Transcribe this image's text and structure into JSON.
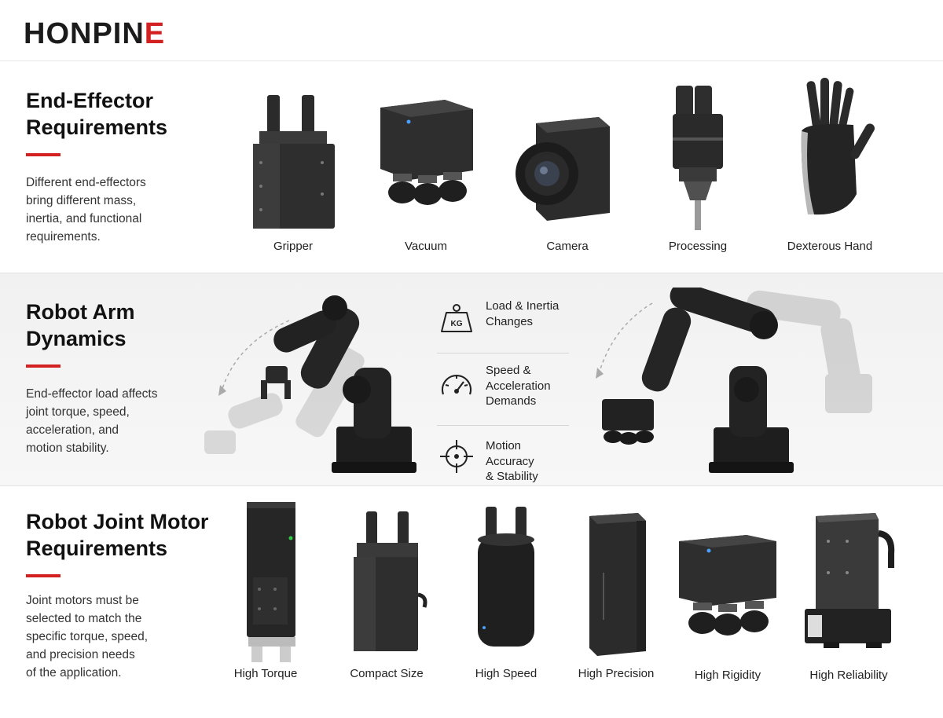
{
  "brand": {
    "logo_text": "HONPINE",
    "accent": "#d32020"
  },
  "end_effector": {
    "title_line1": "End-Effector",
    "title_line2": "Requirements",
    "desc_lines": [
      "Different end-effectors",
      "bring different mass,",
      "inertia, and functional",
      "requirements."
    ],
    "items": [
      {
        "label": "Gripper",
        "icon": "gripper-icon"
      },
      {
        "label": "Vacuum",
        "icon": "vacuum-icon"
      },
      {
        "label": "Camera",
        "icon": "camera-icon"
      },
      {
        "label": "Processing",
        "icon": "drill-icon"
      },
      {
        "label": "Dexterous Hand",
        "icon": "hand-icon"
      }
    ]
  },
  "arm_dynamics": {
    "title_line1": "Robot Arm",
    "title_line2": "Dynamics",
    "desc_lines": [
      "End-effector load affects",
      "joint torque, speed,",
      "acceleration, and",
      "motion stability."
    ],
    "factors": [
      {
        "lines": [
          "Load & Inertia",
          "Changes"
        ],
        "icon": "kg-weight-icon",
        "badge": "KG"
      },
      {
        "lines": [
          "Speed &",
          "Acceleration",
          "Demands"
        ],
        "icon": "speedometer-icon"
      },
      {
        "lines": [
          "Motion Accuracy",
          "& Stability"
        ],
        "icon": "crosshair-icon"
      }
    ]
  },
  "joint_motor": {
    "title_line1": "Robot Joint Motor",
    "title_line2": "Requirements",
    "desc_lines": [
      "Joint motors must be",
      "selected to match the",
      "specific torque, speed,",
      "and precision needs",
      "of the application."
    ],
    "items": [
      {
        "label": "High Torque",
        "icon": "torque-motor-icon"
      },
      {
        "label": "Compact Size",
        "icon": "compact-gripper-icon"
      },
      {
        "label": "High Speed",
        "icon": "speed-gripper-icon"
      },
      {
        "label": "High Precision",
        "icon": "precision-module-icon"
      },
      {
        "label": "High Rigidity",
        "icon": "rigid-vacuum-icon"
      },
      {
        "label": "High Reliability",
        "icon": "reliable-module-icon"
      }
    ]
  }
}
